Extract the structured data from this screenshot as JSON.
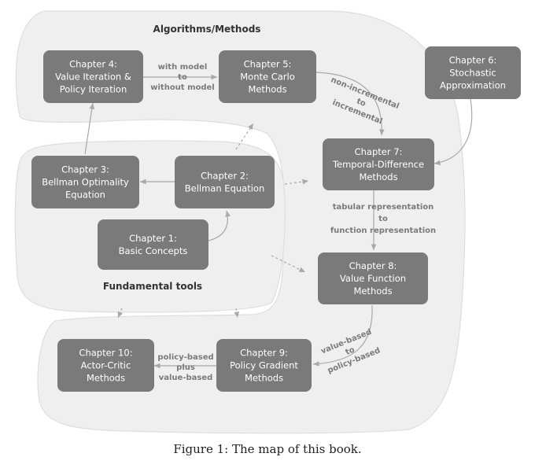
{
  "regions": {
    "algorithms_title": "Algorithms/Methods",
    "fundamental_title": "Fundamental tools"
  },
  "chapters": {
    "ch1": [
      "Chapter 1:",
      "Basic Concepts"
    ],
    "ch2": [
      "Chapter 2:",
      "Bellman Equation"
    ],
    "ch3": [
      "Chapter 3:",
      "Bellman Optimality",
      "Equation"
    ],
    "ch4": [
      "Chapter 4:",
      "Value Iteration &",
      "Policy Iteration"
    ],
    "ch5": [
      "Chapter 5:",
      "Monte Carlo",
      "Methods"
    ],
    "ch6": [
      "Chapter 6:",
      "Stochastic",
      "Approximation"
    ],
    "ch7": [
      "Chapter 7:",
      "Temporal-Difference",
      "Methods"
    ],
    "ch8": [
      "Chapter 8:",
      "Value Function",
      "Methods"
    ],
    "ch9": [
      "Chapter 9:",
      "Policy Gradient",
      "Methods"
    ],
    "ch10": [
      "Chapter 10:",
      "Actor-Critic",
      "Methods"
    ]
  },
  "edge_labels": {
    "ch4_ch5": [
      "with model",
      "to",
      "without model"
    ],
    "ch5_ch7": [
      "non-incremental",
      "to",
      "incremental"
    ],
    "ch7_ch8": [
      "tabular representation",
      "to",
      "function representation"
    ],
    "ch8_ch9": [
      "value-based",
      "to",
      "policy-based"
    ],
    "ch9_ch10": [
      "policy-based",
      "plus",
      "value-based"
    ]
  },
  "colors": {
    "box": "#7a7a7a",
    "region": "#efefef",
    "region_stroke": "#dcdcdc",
    "arrow": "#a8a8a8"
  },
  "caption": "Figure 1: The map of this book."
}
